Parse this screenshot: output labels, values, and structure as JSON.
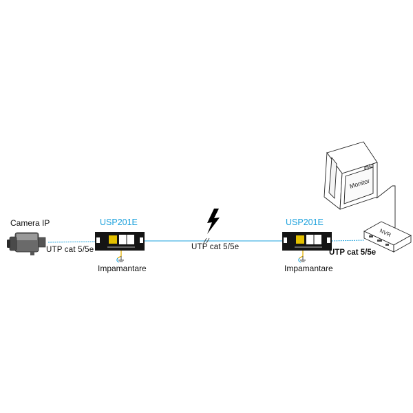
{
  "labels": {
    "camera": "Camera IP",
    "device_left": "USP201E",
    "device_right": "USP201E",
    "cable_left": "UTP  cat 5/5e",
    "cable_middle": "UTP  cat 5/5e",
    "cable_right": "UTP  cat 5/5e",
    "ground_left": "Impamantare",
    "ground_right": "Impamantare",
    "monitor_screen": "Monitor",
    "dvr_label": "NVR"
  },
  "colors": {
    "cable": "#1aa0dc",
    "device_accent": "#1aa0dc",
    "lightning": "#000000",
    "ground_wire": "#e7b712"
  },
  "icons": {
    "camera": "ip-camera-icon",
    "surge_protector": "surge-protector-icon",
    "lightning": "lightning-bolt-icon",
    "ground": "ground-icon",
    "monitor": "crt-monitor-icon",
    "nvr": "nvr-box-icon"
  }
}
